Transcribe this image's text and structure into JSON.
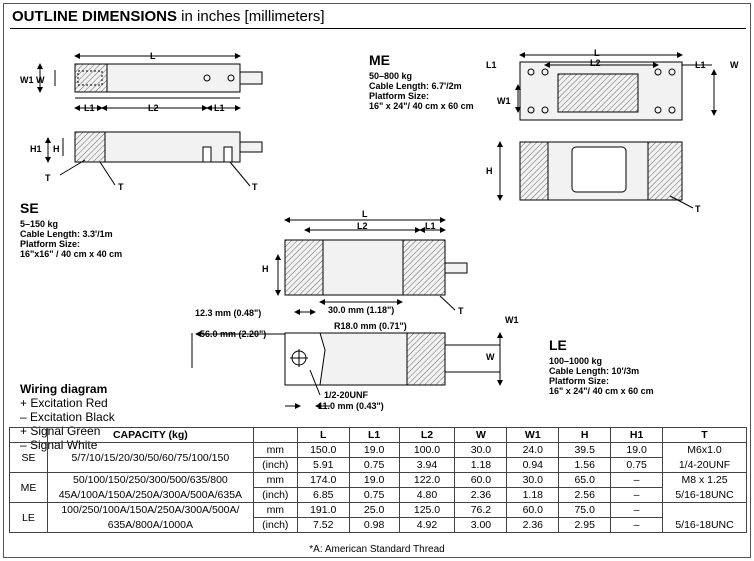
{
  "title": {
    "bold": "OUTLINE DIMENSIONS",
    "rest": " in inches [millimeters]"
  },
  "models": {
    "se": {
      "name": "SE",
      "capacity": "5–150 kg",
      "cable": "Cable Length: 3.3'/1m",
      "platform_label": "Platform Size:",
      "platform": "16\"x16\" / 40 cm x 40 cm"
    },
    "me": {
      "name": "ME",
      "capacity": "50–800 kg",
      "cable": "Cable Length: 6.7'/2m",
      "platform_label": "Platform Size:",
      "platform": "16\" x 24\"/ 40 cm x 60 cm"
    },
    "le": {
      "name": "LE",
      "capacity": "100–1000 kg",
      "cable": "Cable Length: 10'/3m",
      "platform_label": "Platform Size:",
      "platform": "16\" x 24\"/ 40 cm x 60 cm"
    }
  },
  "drawing_labels": {
    "L": "L",
    "L1": "L1",
    "L2": "L2",
    "W": "W",
    "W1": "W1",
    "H": "H",
    "H1": "H1",
    "T": "T",
    "W1W": "W1 W",
    "dim_123": "12.3 mm (0.48\")",
    "dim_300": "30.0 mm (1.18\")",
    "dim_r18": "R18.0 mm (0.71\")",
    "dim_560": "56.0 mm (2.20\")",
    "dim_thread": "1/2-20UNF",
    "dim_110": "11.0 mm (0.43\")"
  },
  "wiring": {
    "heading": "Wiring diagram",
    "items": [
      "+ Excitation Red",
      "– Excitation Black",
      "+ Signal Green",
      "– Signal White"
    ]
  },
  "table": {
    "headers": [
      "",
      "CAPACITY (kg)",
      "",
      "L",
      "L1",
      "L2",
      "W",
      "W1",
      "H",
      "H1",
      "T"
    ],
    "rows": [
      {
        "model": "SE",
        "capacity": [
          "5/7/10/15/20/30/50/60/75/100/150"
        ],
        "mm": [
          "150.0",
          "19.0",
          "100.0",
          "30.0",
          "24.0",
          "39.5",
          "19.0"
        ],
        "inch": [
          "5.91",
          "0.75",
          "3.94",
          "1.18",
          "0.94",
          "1.56",
          "0.75"
        ],
        "t": [
          "M6x1.0",
          "1/4-20UNF"
        ]
      },
      {
        "model": "ME",
        "capacity": [
          "50/100/150/250/300/500/635/800",
          "45A/100A/150A/250A/300A/500A/635A"
        ],
        "mm": [
          "174.0",
          "19.0",
          "122.0",
          "60.0",
          "30.0",
          "65.0",
          "–"
        ],
        "inch": [
          "6.85",
          "0.75",
          "4.80",
          "2.36",
          "1.18",
          "2.56",
          "–"
        ],
        "t": [
          "M8 x 1.25",
          "5/16-18UNC"
        ]
      },
      {
        "model": "LE",
        "capacity": [
          "100/250/100A/150A/250A/300A/500A/",
          "635A/800A/1000A"
        ],
        "mm": [
          "191.0",
          "25.0",
          "125.0",
          "76.2",
          "60.0",
          "75.0",
          "–"
        ],
        "inch": [
          "7.52",
          "0.98",
          "4.92",
          "3.00",
          "2.36",
          "2.95",
          "–"
        ],
        "t": [
          "",
          "5/16-18UNC"
        ]
      }
    ],
    "unit_mm": "mm",
    "unit_inch": "(inch)"
  },
  "footnote": "*A: American Standard Thread"
}
